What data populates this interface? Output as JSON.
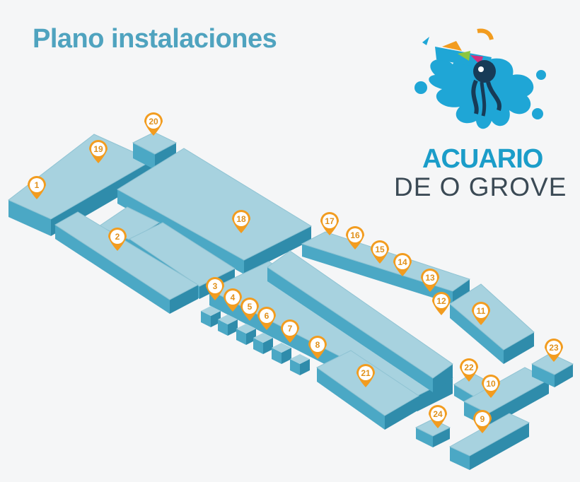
{
  "title": "Plano instalaciones",
  "logo": {
    "line1": "ACUARIO",
    "line2": "DE O GROVE",
    "icon": "squid-splash-icon"
  },
  "colors": {
    "background": "#f5f6f7",
    "block_top": "#a7d2df",
    "block_side_left": "#4ba8c5",
    "block_side_right": "#2f8cab",
    "pin": "#f29c1f",
    "title": "#4fa3bf",
    "logo_blue": "#1b9dc9",
    "logo_dark": "#3b4a55"
  },
  "markers": [
    {
      "label": "1"
    },
    {
      "label": "2"
    },
    {
      "label": "3"
    },
    {
      "label": "4"
    },
    {
      "label": "5"
    },
    {
      "label": "6"
    },
    {
      "label": "7"
    },
    {
      "label": "8"
    },
    {
      "label": "9"
    },
    {
      "label": "10"
    },
    {
      "label": "11"
    },
    {
      "label": "12"
    },
    {
      "label": "13"
    },
    {
      "label": "14"
    },
    {
      "label": "15"
    },
    {
      "label": "16"
    },
    {
      "label": "17"
    },
    {
      "label": "18"
    },
    {
      "label": "19"
    },
    {
      "label": "20"
    },
    {
      "label": "21"
    },
    {
      "label": "22"
    },
    {
      "label": "23"
    },
    {
      "label": "24"
    }
  ]
}
